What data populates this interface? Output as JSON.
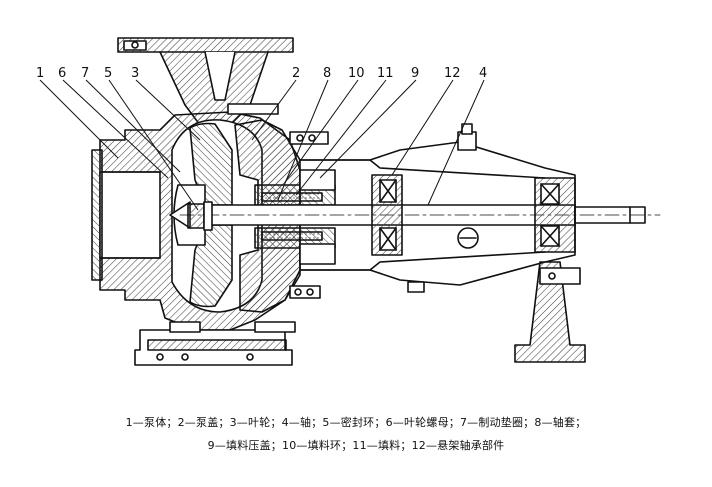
{
  "callouts": {
    "c1": "1",
    "c6": "6",
    "c7": "7",
    "c5": "5",
    "c3": "3",
    "c2": "2",
    "c8": "8",
    "c10": "10",
    "c11": "11",
    "c9": "9",
    "c12": "12",
    "c4": "4"
  },
  "caption": {
    "line1": "1—泵体；2—泵盖；3—叶轮；4—轴；5—密封环；6—叶轮螺母；7—制动垫圈；8—轴套；",
    "line2": "9—填料压盖；10—填料环；11—填料；12—悬架轴承部件"
  },
  "colors": {
    "ink": "#111111",
    "hatch": "#555555",
    "paper": "#ffffff"
  }
}
